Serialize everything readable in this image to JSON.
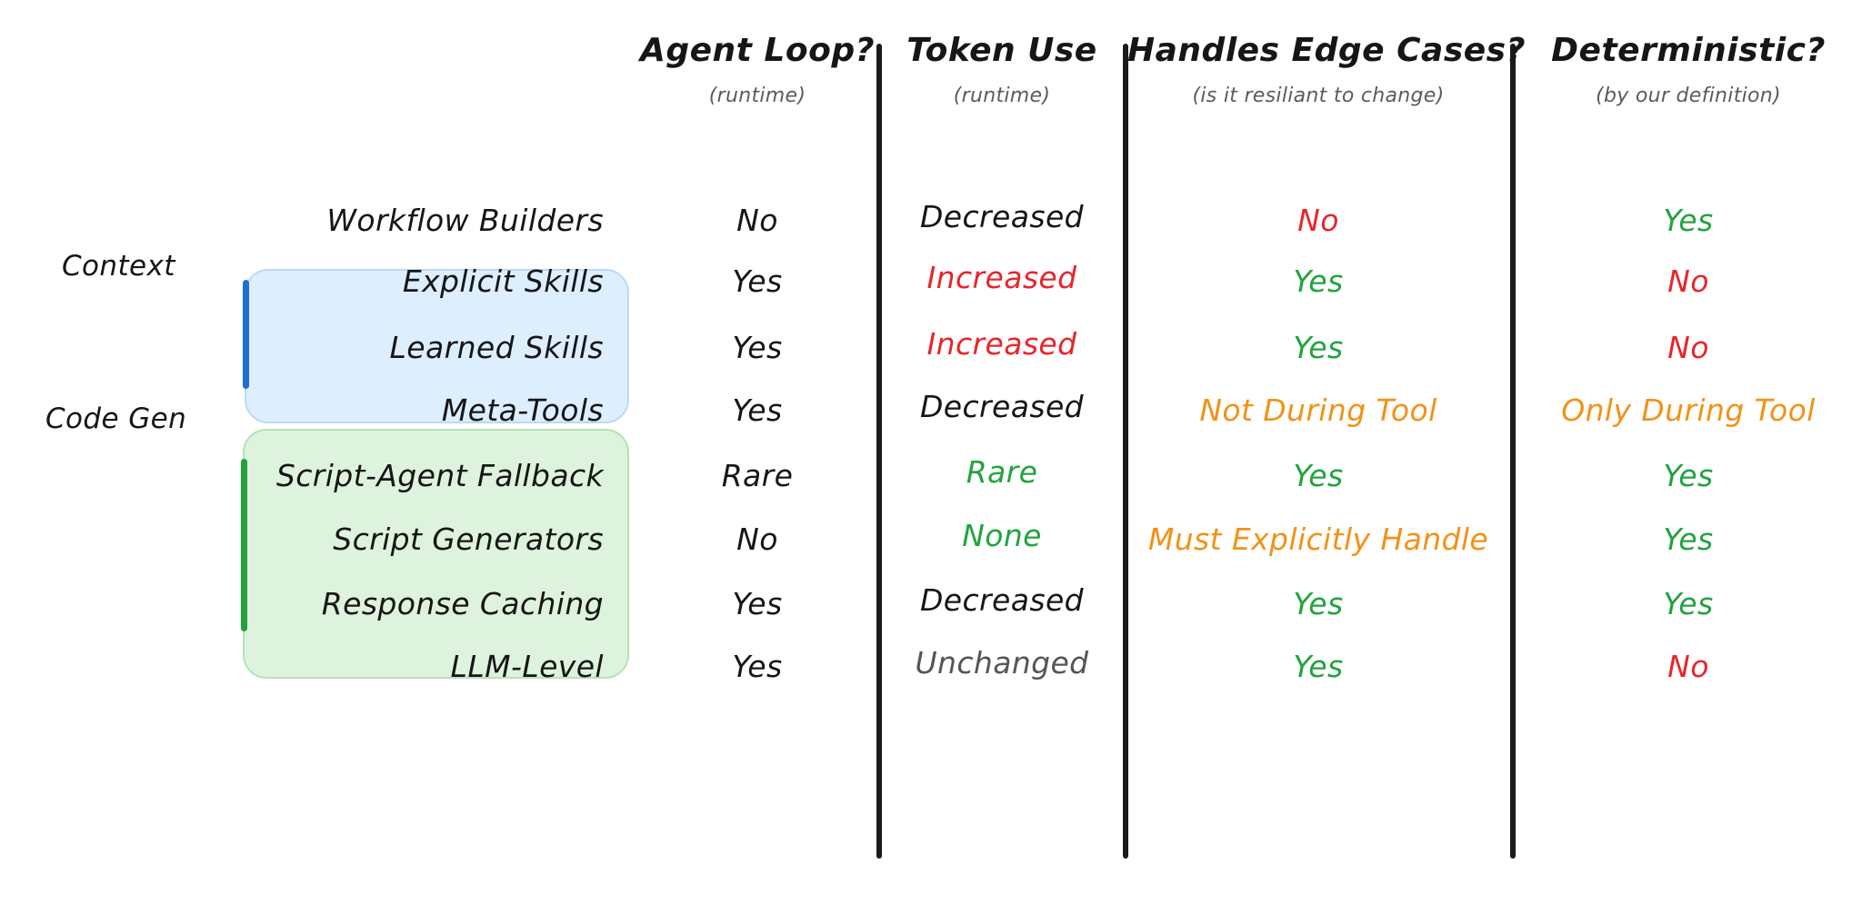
{
  "columns": [
    {
      "key": "agent",
      "title": "Agent Loop?",
      "sub": "(runtime)"
    },
    {
      "key": "token",
      "title": "Token Use",
      "sub": "(runtime)"
    },
    {
      "key": "edge",
      "title": "Handles Edge Cases?",
      "sub": "(is it resiliant to change)"
    },
    {
      "key": "determ",
      "title": "Deterministic?",
      "sub": "(by our definition)"
    }
  ],
  "groups": [
    {
      "key": "context",
      "label": "Context",
      "accent": "#1f6fd0",
      "fill": "#ddeeff",
      "border": "#bcd9f5"
    },
    {
      "key": "codegen",
      "label": "Code Gen",
      "accent": "#23a13a",
      "fill": "#ddf3dd",
      "border": "#b6e2b7"
    }
  ],
  "palette": {
    "black": "#161616",
    "grey": "#555555",
    "red": "#e8252b",
    "green": "#22a33e",
    "orange": "#f29217"
  },
  "rows": [
    {
      "name": "Workflow Builders",
      "agent": {
        "text": "No",
        "color": "black"
      },
      "token": {
        "text": "Decreased",
        "color": "black"
      },
      "edge": {
        "text": "No",
        "color": "red"
      },
      "determ": {
        "text": "Yes",
        "color": "green"
      }
    },
    {
      "name": "Explicit Skills",
      "agent": {
        "text": "Yes",
        "color": "black"
      },
      "token": {
        "text": "Increased",
        "color": "red"
      },
      "edge": {
        "text": "Yes",
        "color": "green"
      },
      "determ": {
        "text": "No",
        "color": "red"
      }
    },
    {
      "name": "Learned Skills",
      "agent": {
        "text": "Yes",
        "color": "black"
      },
      "token": {
        "text": "Increased",
        "color": "red"
      },
      "edge": {
        "text": "Yes",
        "color": "green"
      },
      "determ": {
        "text": "No",
        "color": "red"
      }
    },
    {
      "name": "Meta-Tools",
      "agent": {
        "text": "Yes",
        "color": "black"
      },
      "token": {
        "text": "Decreased",
        "color": "black"
      },
      "edge": {
        "text": "Not During Tool",
        "color": "orange"
      },
      "determ": {
        "text": "Only During Tool",
        "color": "orange"
      }
    },
    {
      "name": "Script-Agent Fallback",
      "agent": {
        "text": "Rare",
        "color": "black"
      },
      "token": {
        "text": "Rare",
        "color": "green"
      },
      "edge": {
        "text": "Yes",
        "color": "green"
      },
      "determ": {
        "text": "Yes",
        "color": "green"
      }
    },
    {
      "name": "Script Generators",
      "agent": {
        "text": "No",
        "color": "black"
      },
      "token": {
        "text": "None",
        "color": "green"
      },
      "edge": {
        "text": "Must Explicitly Handle",
        "color": "orange"
      },
      "determ": {
        "text": "Yes",
        "color": "green"
      }
    },
    {
      "name": "Response Caching",
      "agent": {
        "text": "Yes",
        "color": "black"
      },
      "token": {
        "text": "Decreased",
        "color": "black"
      },
      "edge": {
        "text": "Yes",
        "color": "green"
      },
      "determ": {
        "text": "Yes",
        "color": "green"
      }
    },
    {
      "name": "LLM-Level",
      "agent": {
        "text": "Yes",
        "color": "black"
      },
      "token": {
        "text": "Unchanged",
        "color": "grey"
      },
      "edge": {
        "text": "Yes",
        "color": "green"
      },
      "determ": {
        "text": "No",
        "color": "red"
      }
    }
  ]
}
